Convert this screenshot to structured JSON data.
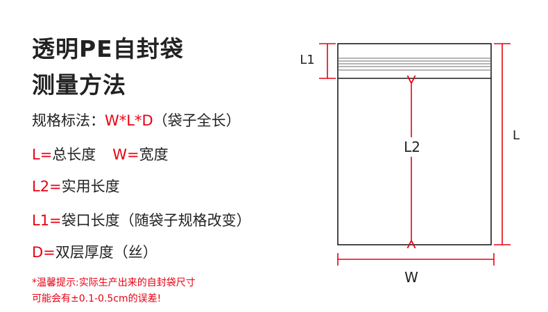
{
  "title": {
    "line1": "透明PE自封袋",
    "line2": "测量方法"
  },
  "spec": {
    "label": "规格标法：",
    "formula": "W*L*D",
    "suffix": "（袋子全长）"
  },
  "definitions": {
    "L_key": "L=",
    "L_text": "总长度",
    "W_key": "W=",
    "W_text": "宽度",
    "L2_key": "L2=",
    "L2_text": "实用长度",
    "L1_key": "L1=",
    "L1_text": "袋口长度（随袋子规格改变）",
    "D_key": "D=",
    "D_text": "双层厚度（丝）"
  },
  "note": {
    "line1": "*温馨提示:实际生产出来的自封袋尺寸",
    "line2": "可能会有±0.1-0.5cm的误差!"
  },
  "diagram": {
    "label_L1": "L1",
    "label_L2": "L2",
    "label_L": "L",
    "label_W": "W"
  },
  "colors": {
    "accent": "#e60012",
    "text": "#222222",
    "outline": "#1a1a1a"
  }
}
